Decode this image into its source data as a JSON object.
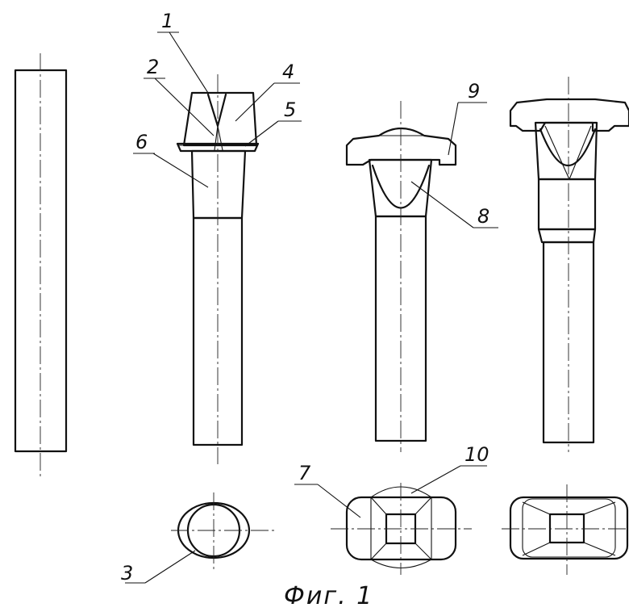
{
  "callouts": [
    "1",
    "2",
    "3",
    "4",
    "5",
    "6",
    "7",
    "8",
    "9",
    "10"
  ],
  "caption": "Фиг.  1"
}
